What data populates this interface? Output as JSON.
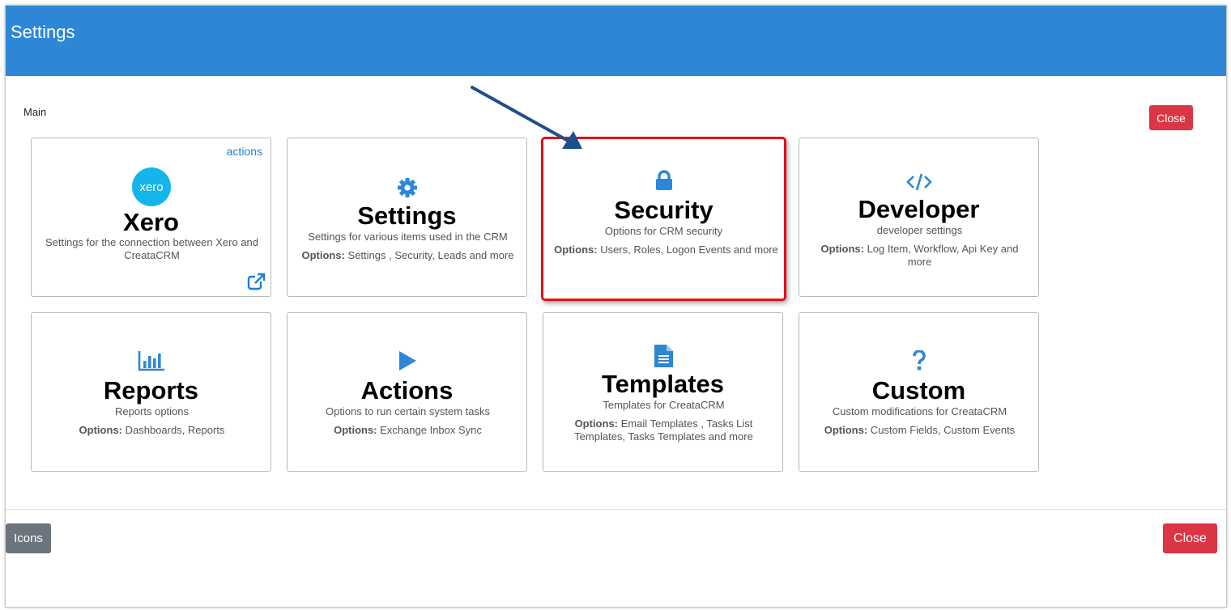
{
  "header": {
    "title": "Settings"
  },
  "breadcrumb": "Main",
  "buttons": {
    "close_top": "Close",
    "icons": "Icons",
    "close_bottom": "Close"
  },
  "colors": {
    "header": "#2d87d6",
    "accent": "#1a7fd6",
    "danger": "#dc3545",
    "secondary": "#6c757d",
    "highlight": "#e0101a",
    "annotation_arrow": "#1d4f8c"
  },
  "cards": [
    {
      "icon": "xero-logo",
      "logo_text": "xero",
      "title": "Xero",
      "description": "Settings for the connection between Xero and CreataCRM",
      "options_label": "",
      "options": "",
      "actions_link": "actions",
      "external_link_icon": "external-link-icon"
    },
    {
      "icon": "gear-icon",
      "title": "Settings",
      "description": "Settings for various items used in the CRM",
      "options_label": "Options:",
      "options": " Settings , Security, Leads and more"
    },
    {
      "icon": "lock-icon",
      "title": "Security",
      "description": "Options for CRM security",
      "options_label": "Options:",
      "options": " Users, Roles, Logon Events and more",
      "highlighted": true
    },
    {
      "icon": "code-icon",
      "title": "Developer",
      "description": "developer settings",
      "options_label": "Options:",
      "options": " Log Item, Workflow, Api Key and more"
    },
    {
      "icon": "bar-chart-icon",
      "title": "Reports",
      "description": "Reports options",
      "options_label": "Options:",
      "options": " Dashboards, Reports"
    },
    {
      "icon": "play-icon",
      "title": "Actions",
      "description": "Options to run certain system tasks",
      "options_label": "Options:",
      "options": " Exchange Inbox Sync"
    },
    {
      "icon": "document-icon",
      "title": "Templates",
      "description": "Templates for CreataCRM",
      "options_label": "Options:",
      "options": " Email Templates , Tasks List Templates, Tasks Templates and more"
    },
    {
      "icon": "question-icon",
      "title": "Custom",
      "description": "Custom modifications for CreataCRM",
      "options_label": "Options:",
      "options": " Custom Fields, Custom Events"
    }
  ]
}
